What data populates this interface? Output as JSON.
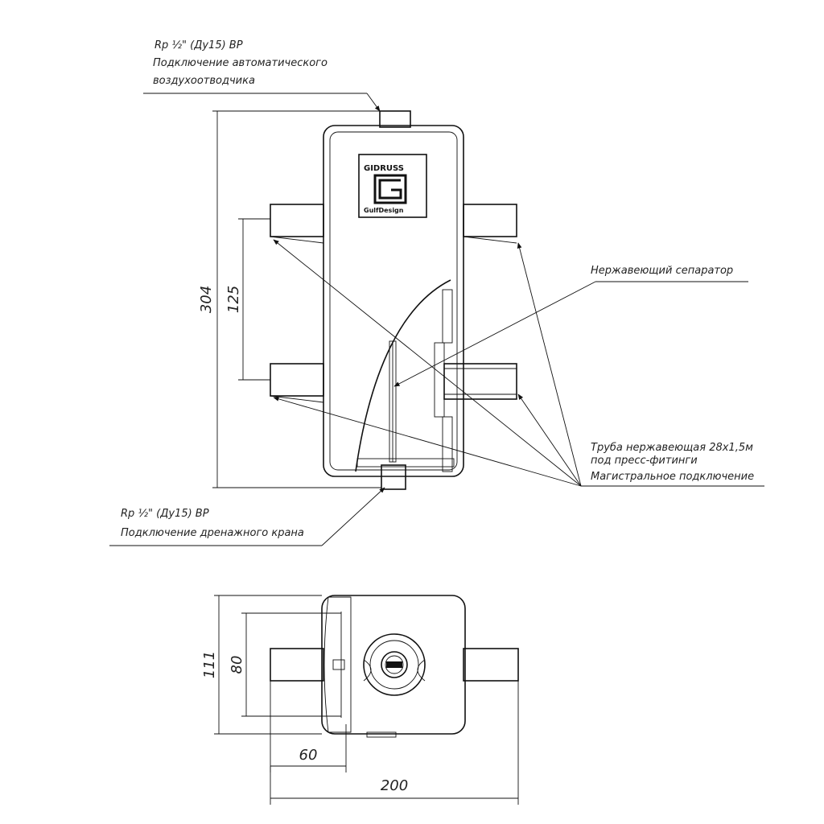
{
  "annotations": {
    "air_vent": [
      "Rp ½\" (Ду15) ВР",
      "Подключение автоматического",
      "воздухоотводчика"
    ],
    "separator": "Нержавеющий сепаратор",
    "pipe": [
      "Труба нержавеющая 28х1,5м",
      "под пресс-фитинги",
      "Магистральное подключение"
    ],
    "drain": [
      "Rp ½\" (Ду15) ВР",
      "Подключение дренажного крана"
    ]
  },
  "logo": {
    "brand": "GIDRUSS",
    "tagline": "GulfDesign"
  },
  "dimensions": {
    "height_total": "304",
    "pipe_spacing": "125",
    "width_top_view": "111",
    "inner_width": "80",
    "offset": "60",
    "length_total": "200"
  }
}
